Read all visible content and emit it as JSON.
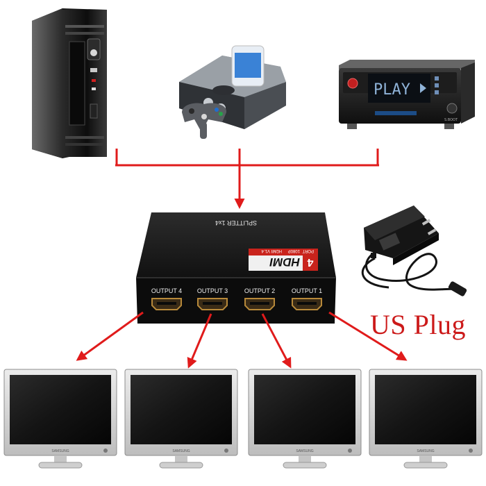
{
  "devices": {
    "console_screen_text": "PLAY",
    "console_small_label": "S.BOOT"
  },
  "splitter": {
    "model_label": "SPLITTER 1x4",
    "badge_number": "4",
    "badge_brand": "HDMI",
    "badge_sub1": "PORT",
    "badge_sub2": "1080P",
    "badge_sub3": "HDMI V1.4",
    "outputs": [
      "OUTPUT 4",
      "OUTPUT 3",
      "OUTPUT 2",
      "OUTPUT 1"
    ]
  },
  "monitors": {
    "brand_labels": [
      "SAMSUNG",
      "SAMSUNG",
      "SAMSUNG",
      "SAMSUNG"
    ]
  },
  "power_adapter": {
    "caption": "US Plug"
  },
  "colors": {
    "arrow": "#e01b1b",
    "caption": "#cc1a1a",
    "device_body": "#1a1a1a",
    "monitor_bezel": "#d9d9d9"
  }
}
